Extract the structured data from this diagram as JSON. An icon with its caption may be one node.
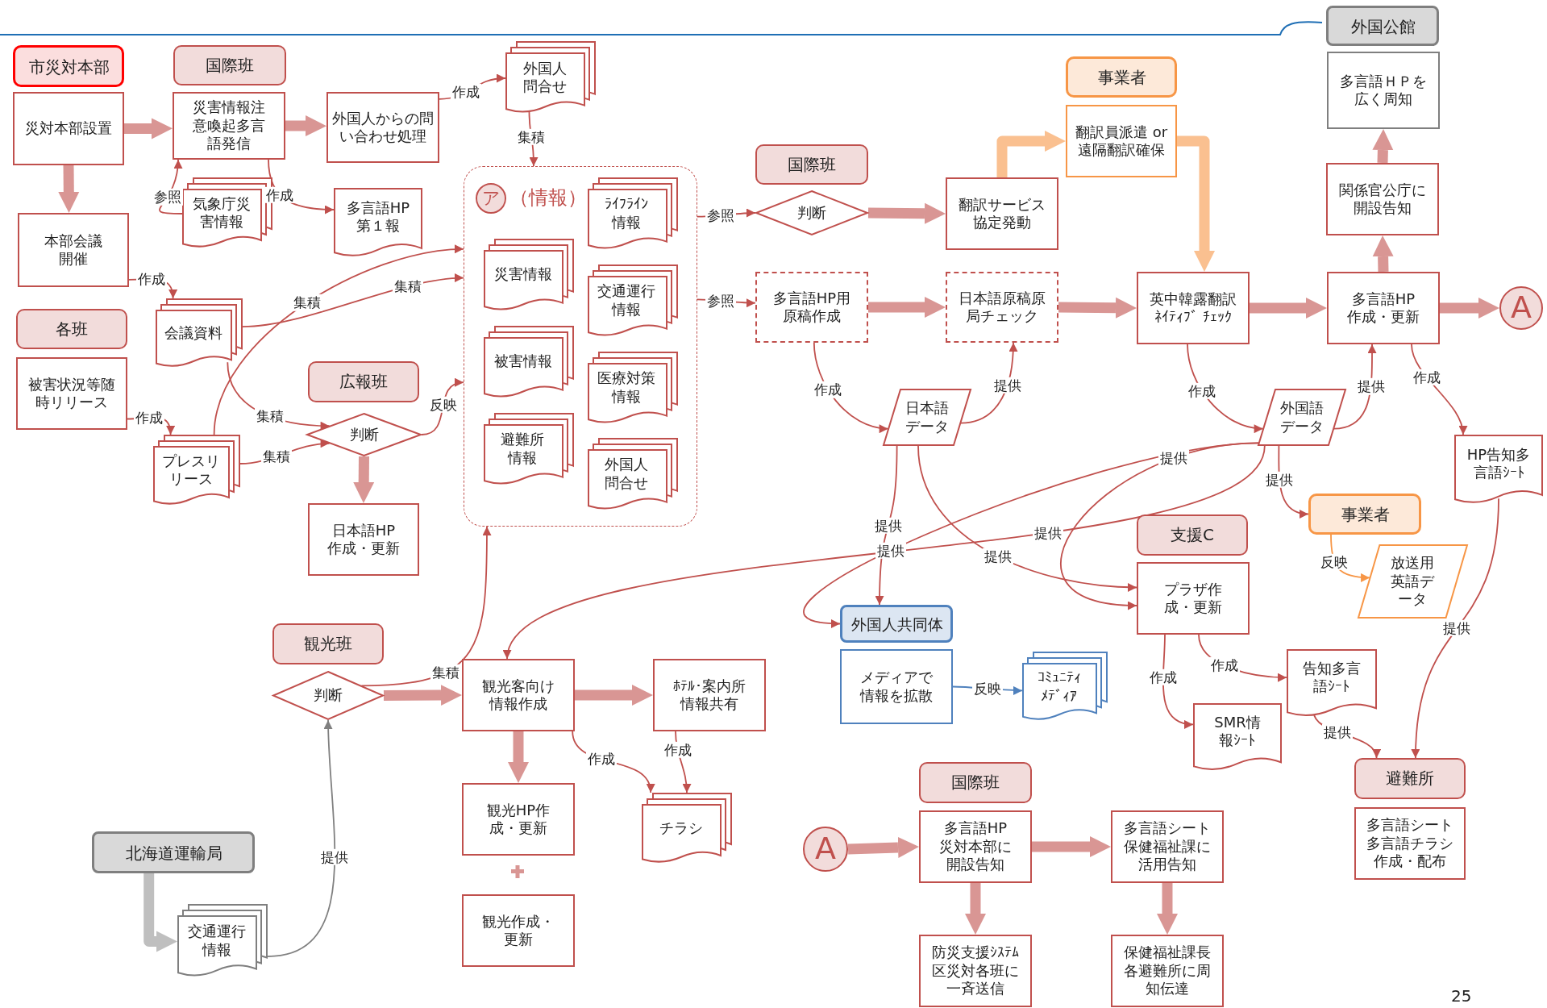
{
  "diagram": {
    "nodes": [
      {
        "text": [
          "市災対本部"
        ]
      },
      {
        "text": [
          "災対本部設置"
        ]
      },
      {
        "text": [
          "本部会議開催"
        ]
      },
      {
        "text": [
          "各班"
        ]
      },
      {
        "text": [
          "被害状況等随時リリース"
        ]
      },
      {
        "text": [
          "国際班"
        ]
      },
      {
        "text": [
          "災害情報注意喚起多言語発信"
        ]
      },
      {
        "text": [
          "気象庁災害情報"
        ]
      },
      {
        "text": [
          "外国人からの問い合わせ処理"
        ]
      },
      {
        "text": [
          "多言語HP第１報"
        ]
      },
      {
        "text": [
          "外国人問合せ"
        ]
      },
      {
        "text": [
          "会議資料"
        ]
      },
      {
        "text": [
          "プレスリリース"
        ]
      },
      {
        "text": [
          "広報班"
        ]
      },
      {
        "text": [
          "判断"
        ]
      },
      {
        "text": [
          "日本語HP作成・更新"
        ]
      },
      {
        "text": [
          "ア",
          "（情報）"
        ]
      },
      {
        "text": [
          "ﾗｲﾌﾗｲﾝ情報"
        ],
        "in": 16
      },
      {
        "text": [
          "災害情報"
        ],
        "in": 16
      },
      {
        "text": [
          "交通運行情報"
        ],
        "in": 16
      },
      {
        "text": [
          "被害情報"
        ],
        "in": 16
      },
      {
        "text": [
          "医療対策情報"
        ],
        "in": 16
      },
      {
        "text": [
          "避難所情報"
        ],
        "in": 16
      },
      {
        "text": [
          "外国人問合せ"
        ],
        "in": 16
      },
      {
        "text": [
          "国際班"
        ]
      },
      {
        "text": [
          "判断"
        ]
      },
      {
        "text": [
          "多言語HP用原稿作成"
        ]
      },
      {
        "text": [
          "翻訳サービス協定発動"
        ]
      },
      {
        "text": [
          "日本語原稿原局チェック"
        ]
      },
      {
        "text": [
          "日本語データ"
        ]
      },
      {
        "text": [
          "事業者"
        ]
      },
      {
        "text": [
          "翻訳員派遣 or 遠隔翻訳確保"
        ]
      },
      {
        "text": [
          "英中韓露翻訳ﾈｲﾃｨﾌﾞ ﾁｪｯｸ"
        ]
      },
      {
        "text": [
          "外国語データ"
        ]
      },
      {
        "text": [
          "外国公館"
        ]
      },
      {
        "text": [
          "多言語ＨＰを広く周知"
        ]
      },
      {
        "text": [
          "関係官公庁に開設告知"
        ]
      },
      {
        "text": [
          "多言語HP作成・更新"
        ]
      },
      {
        "text": [
          "A"
        ]
      },
      {
        "text": [
          "HP告知多言語ｼｰﾄ"
        ]
      },
      {
        "text": [
          "事業者"
        ]
      },
      {
        "text": [
          "放送用英語データ"
        ]
      },
      {
        "text": [
          "支援C"
        ]
      },
      {
        "text": [
          "プラザ作成・更新"
        ]
      },
      {
        "text": [
          "告知多言語ｼｰﾄ"
        ]
      },
      {
        "text": [
          "SMR情報ｼｰﾄ"
        ]
      },
      {
        "text": [
          "外国人共同体"
        ]
      },
      {
        "text": [
          "メディアで情報を拡散"
        ]
      },
      {
        "text": [
          "ｺﾐｭﾆﾃｨﾒﾃﾞｨｱ"
        ]
      },
      {
        "text": [
          "避難所"
        ]
      },
      {
        "text": [
          "多言語シート多言語チラシ作成・配布"
        ]
      },
      {
        "text": [
          "観光班"
        ]
      },
      {
        "text": [
          "判断"
        ]
      },
      {
        "text": [
          "観光客向け情報作成"
        ]
      },
      {
        "text": [
          "ﾎﾃﾙ･案内所情報共有"
        ]
      },
      {
        "text": [
          "観光HP作成・更新"
        ]
      },
      {
        "text": [
          "観光作成・更新"
        ]
      },
      {
        "text": [
          "チラシ"
        ]
      },
      {
        "text": [
          "北海道運輸局"
        ]
      },
      {
        "text": [
          "交通運行情報"
        ]
      },
      {
        "text": [
          "A"
        ]
      },
      {
        "text": [
          "国際班"
        ]
      },
      {
        "text": [
          "多言語HP災対本部に開設告知"
        ]
      },
      {
        "text": [
          "防災支援ｼｽﾃﾑ区災対各班に一斉送信"
        ]
      },
      {
        "text": [
          "多言語シート保健福祉課に活用告知"
        ]
      },
      {
        "text": [
          "保健福祉課長各避難所に周知伝達"
        ]
      }
    ],
    "edges": [
      {
        "from": 1,
        "to": 6,
        "arrow": "to",
        "style": "thick",
        "color": "#d99694"
      },
      {
        "from": 6,
        "to": 8,
        "arrow": "to",
        "style": "thick",
        "color": "#d99694"
      },
      {
        "from": 1,
        "to": 2,
        "arrow": "to",
        "style": "thick",
        "color": "#d99694"
      },
      {
        "from": 14,
        "to": 15,
        "arrow": "to",
        "style": "thick",
        "color": "#d99694"
      },
      {
        "from": 25,
        "to": 27,
        "arrow": "to",
        "style": "thick",
        "color": "#d99694"
      },
      {
        "from": 26,
        "to": 28,
        "arrow": "to",
        "style": "thick",
        "color": "#d99694"
      },
      {
        "from": 28,
        "to": 32,
        "arrow": "to",
        "style": "thick",
        "color": "#d99694"
      },
      {
        "from": 32,
        "to": 37,
        "arrow": "to",
        "style": "thick",
        "color": "#d99694"
      },
      {
        "from": 37,
        "to": 36,
        "arrow": "to",
        "style": "thick",
        "color": "#d99694"
      },
      {
        "from": 36,
        "to": 35,
        "arrow": "to",
        "style": "thick",
        "color": "#d99694"
      },
      {
        "from": 37,
        "to": 38,
        "arrow": "to",
        "style": "thick",
        "color": "#d99694"
      },
      {
        "from": 52,
        "to": 53,
        "arrow": "to",
        "style": "thick",
        "color": "#d99694"
      },
      {
        "from": 53,
        "to": 54,
        "arrow": "to",
        "style": "thick",
        "color": "#d99694"
      },
      {
        "from": 53,
        "to": 55,
        "arrow": "to",
        "style": "thick",
        "color": "#d99694"
      },
      {
        "from": 60,
        "to": 62,
        "arrow": "to",
        "style": "thick",
        "color": "#d99694"
      },
      {
        "from": 62,
        "to": 63,
        "arrow": "to",
        "style": "thick",
        "color": "#d99694"
      },
      {
        "from": 62,
        "to": 64,
        "arrow": "to",
        "style": "thick",
        "color": "#d99694"
      },
      {
        "from": 64,
        "to": 65,
        "arrow": "to",
        "style": "thick",
        "color": "#d99694"
      },
      {
        "from": 27,
        "to": 31,
        "arrow": "to",
        "style": "thick",
        "color": "#fac090"
      },
      {
        "from": 31,
        "to": 32,
        "arrow": "to",
        "style": "thick",
        "color": "#fac090"
      },
      {
        "from": 58,
        "to": 59,
        "arrow": "to",
        "style": "thick",
        "color": "#bfbfbf"
      },
      {
        "from": 7,
        "to": 6,
        "arrow": "to",
        "label": "参照"
      },
      {
        "from": 6,
        "to": 9,
        "arrow": "to",
        "label": "作成"
      },
      {
        "from": 8,
        "to": 10,
        "arrow": "to",
        "label": "作成"
      },
      {
        "from": 10,
        "to": 16,
        "arrow": "to",
        "label": "集積"
      },
      {
        "from": 2,
        "to": 11,
        "arrow": "to",
        "label": "作成"
      },
      {
        "from": 4,
        "to": 12,
        "arrow": "to",
        "label": "作成"
      },
      {
        "from": 12,
        "to": 16,
        "arrow": "to",
        "label": "集積"
      },
      {
        "from": 11,
        "to": 16,
        "arrow": "to",
        "label": "集積"
      },
      {
        "from": 11,
        "to": 14,
        "arrow": "to",
        "label": "集積"
      },
      {
        "from": 12,
        "to": 14,
        "arrow": "to",
        "label": "集積"
      },
      {
        "from": 14,
        "to": 16,
        "arrow": "to",
        "label": "反映"
      },
      {
        "from": 16,
        "to": 25,
        "arrow": "to",
        "label": "参照"
      },
      {
        "from": 16,
        "to": 26,
        "arrow": "to",
        "label": "参照"
      },
      {
        "from": 26,
        "to": 29,
        "arrow": "to",
        "label": "作成"
      },
      {
        "from": 29,
        "to": 28,
        "arrow": "to",
        "label": "提供"
      },
      {
        "from": 32,
        "to": 33,
        "arrow": "to",
        "label": "作成"
      },
      {
        "from": 33,
        "to": 37,
        "arrow": "to",
        "label": "提供"
      },
      {
        "from": 37,
        "to": 39,
        "arrow": "to",
        "label": "作成"
      },
      {
        "from": 33,
        "to": 40,
        "arrow": "to",
        "label": "提供"
      },
      {
        "from": 40,
        "to": 41,
        "arrow": "to",
        "label": "反映",
        "color": "#f79646"
      },
      {
        "from": 29,
        "to": 46,
        "arrow": "to",
        "label": "提供"
      },
      {
        "from": 29,
        "to": 43,
        "arrow": "to",
        "label": "提供"
      },
      {
        "from": 33,
        "to": 53,
        "arrow": "to",
        "label": "提供"
      },
      {
        "from": 33,
        "to": 46,
        "arrow": "to",
        "label": "提供"
      },
      {
        "from": 33,
        "to": 43,
        "arrow": "to",
        "label": "提供"
      },
      {
        "from": 39,
        "to": 49,
        "arrow": "to",
        "label": "提供"
      },
      {
        "from": 44,
        "to": 49,
        "arrow": "to",
        "label": "提供"
      },
      {
        "from": 43,
        "to": 45,
        "arrow": "to",
        "label": "作成"
      },
      {
        "from": 43,
        "to": 44,
        "arrow": "to",
        "label": "作成"
      },
      {
        "from": 47,
        "to": 48,
        "arrow": "to",
        "label": "反映",
        "color": "#4f81bd"
      },
      {
        "from": 53,
        "to": 57,
        "arrow": "to",
        "label": "作成"
      },
      {
        "from": 54,
        "to": 57,
        "arrow": "to",
        "label": "作成"
      },
      {
        "from": 52,
        "to": 16,
        "arrow": "to",
        "label": "集積"
      },
      {
        "from": 59,
        "to": 52,
        "arrow": "to",
        "label": "提供",
        "color": "#808080"
      }
    ],
    "labels": [
      "25"
    ]
  }
}
